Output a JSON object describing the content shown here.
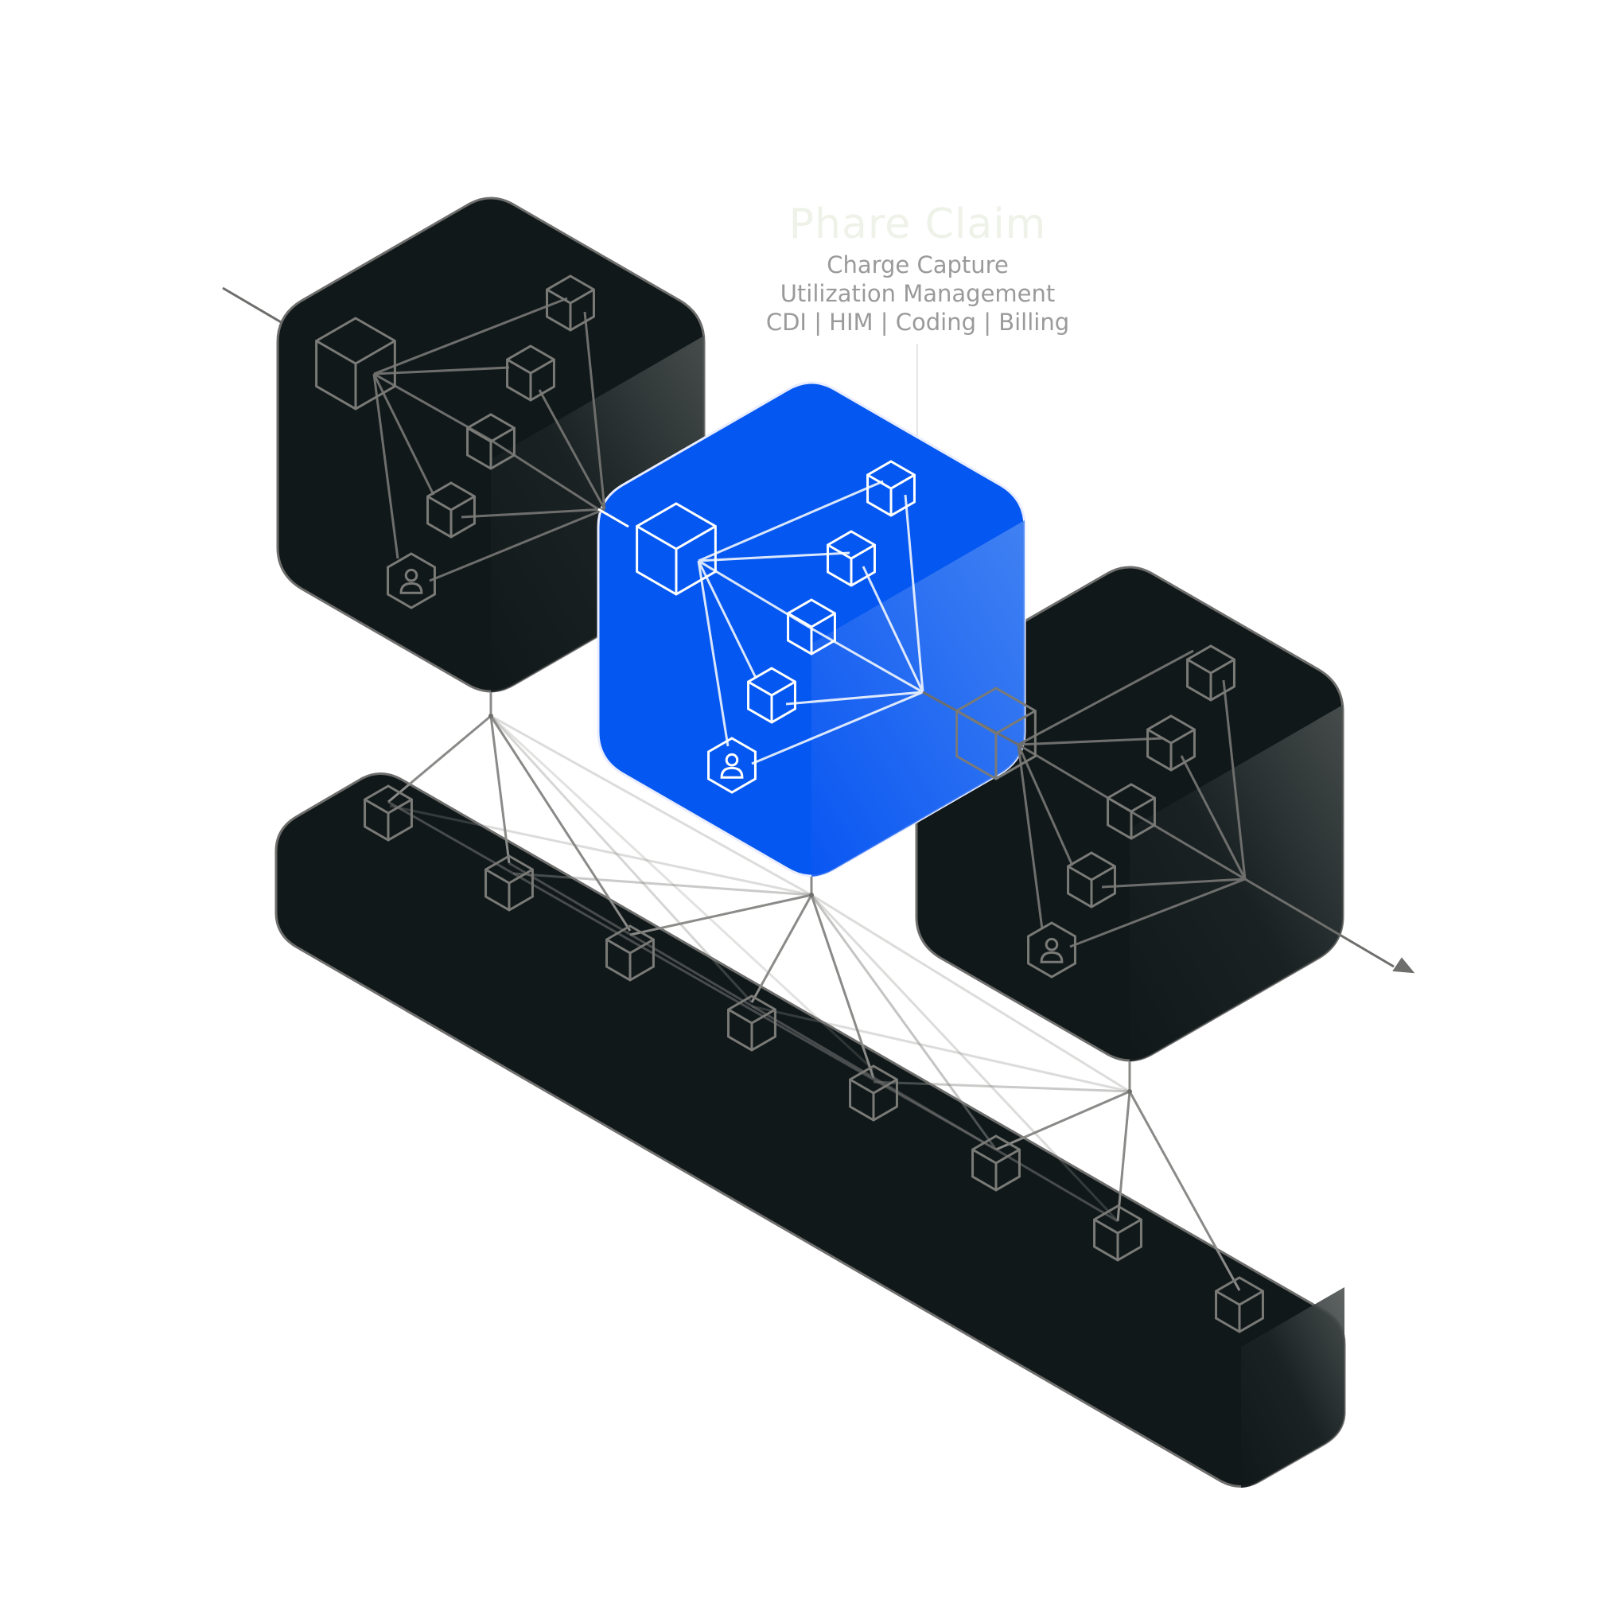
{
  "product": {
    "title": "Phare Claim",
    "features": [
      "Charge Capture",
      "Utilization Management",
      "CDI | HIM | Coding | Billing"
    ]
  },
  "colors": {
    "dark_block": "#10181a",
    "dark_edge": "#6e6e6c",
    "accent_blue": "#0457f0",
    "title_text": "#eef2e8",
    "feature_text": "#9a9a9a"
  },
  "icons": {
    "node": "cube-icon",
    "person": "person-hex-icon"
  }
}
